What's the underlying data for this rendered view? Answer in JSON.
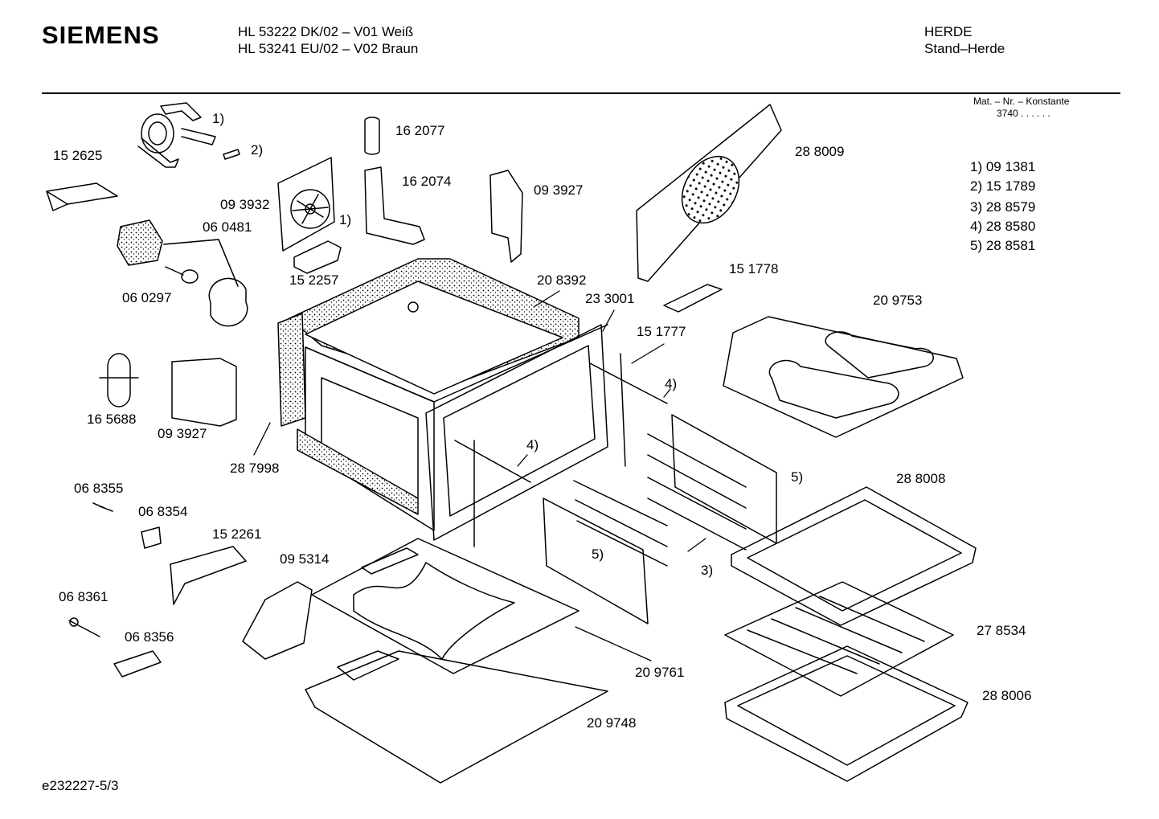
{
  "brand": "SIEMENS",
  "header": {
    "model_line_1": "HL 53222 DK/02 – V01 Weiß",
    "model_line_2": "HL 53241 EU/02 – V02 Braun",
    "category_1": "HERDE",
    "category_2": "Stand–Herde",
    "mat_nr_label": "Mat. – Nr. – Konstante",
    "mat_nr_value": "3740  .  .  .  .  .  ."
  },
  "legend": [
    "1) 09 1381",
    "2) 15 1789",
    "3) 28 8579",
    "4) 28 8580",
    "5) 28 8581"
  ],
  "parts": {
    "p152625": "15 2625",
    "p1a": "1)",
    "p2a": "2)",
    "p162077": "16 2077",
    "p162074": "16 2074",
    "p093927a": "09 3927",
    "p288009": "28 8009",
    "p093932": "09 3932",
    "p1b": "1)",
    "p060481": "06 0481",
    "p152257": "15 2257",
    "p060297": "06 0297",
    "p208392": "20 8392",
    "p151778": "15 1778",
    "p233001": "23 3001",
    "p209753": "20 9753",
    "p151777": "15 1777",
    "p4a": "4)",
    "p165688": "16 5688",
    "p093927b": "09 3927",
    "p4b": "4)",
    "p287998": "28 7998",
    "p5a": "5)",
    "p288008": "28 8008",
    "p068355": "06 8355",
    "p068354": "06 8354",
    "p152261": "15 2261",
    "p095314": "09 5314",
    "p5b": "5)",
    "p3a": "3)",
    "p068361": "06 8361",
    "p278534": "27 8534",
    "p068356": "06 8356",
    "p209761": "20 9761",
    "p288006": "28 8006",
    "p209748": "20 9748"
  },
  "footer": "e232227-5/3"
}
